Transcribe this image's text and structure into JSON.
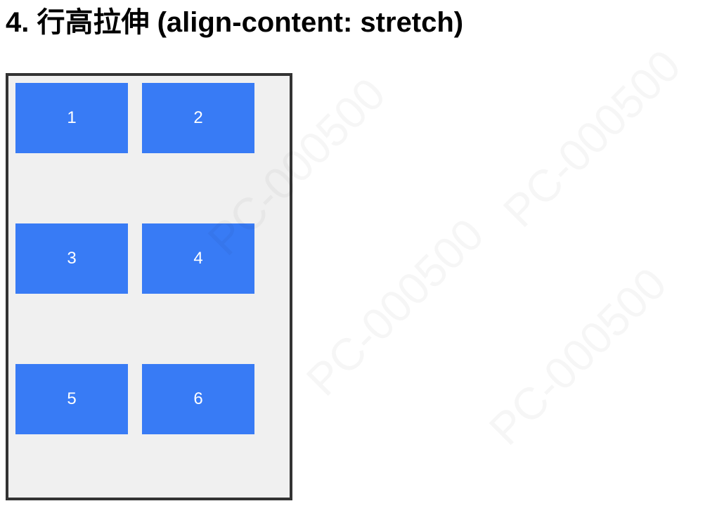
{
  "title": "4. 行高拉伸 (align-content: stretch)",
  "accent_color": "#387bf5",
  "items": [
    "1",
    "2",
    "3",
    "4",
    "5",
    "6"
  ],
  "watermark": "PC-000500"
}
